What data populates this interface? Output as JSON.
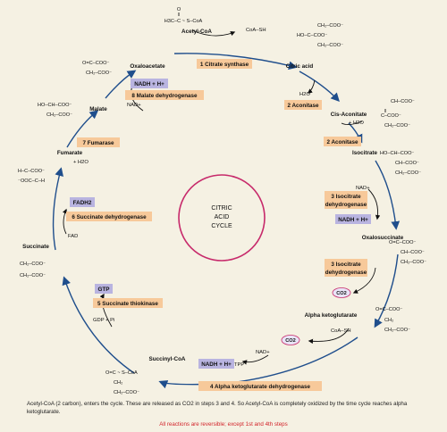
{
  "colors": {
    "background": "#f5f1e3",
    "enzyme_box": "#f7c99a",
    "cofactor_box": "#b9b4e0",
    "cycle_arrow": "#1f4e8c",
    "center_ring": "#c72a6b",
    "note": "#d2232a"
  },
  "center": {
    "line1": "CITRIC",
    "line2": "ACID",
    "line3": "CYCLE"
  },
  "compounds": {
    "acetyl_coa": "Acetyl-CoA",
    "acetyl_coa_formula": "H3C–C ~ S–CoA",
    "coa_sh_top": "CoA–SH",
    "citric_acid": "Citric acid",
    "cis_aconitate": "Cis-Aconitate",
    "isocitrate": "Isocitrate",
    "oxalosuccinate": "Oxalosuccinate",
    "alpha_ketoglutarate": "Alpha ketoglutarate",
    "succinyl_coa": "Succinyl-CoA",
    "succinate": "Succinate",
    "fumarate": "Fumarate",
    "malate": "Malate",
    "oxaloacetate": "Oxaloacetate"
  },
  "side": {
    "h2o_out": "H2O",
    "h2o_in": "+ H2O",
    "nad_isocitrate": "NAD+",
    "coa_sh_akg": "CoA–SH",
    "nad_akg": "NAD+",
    "tpp": "TPP",
    "gdp_pi": "GDP + Pi",
    "fad": "FAD",
    "h2o_fumarase": "+ H2O",
    "nad_malate": "NAD+"
  },
  "enzymes": {
    "e1": "1 Citrate synthase",
    "e2a": "2 Aconitase",
    "e2b": "2 Aconitase",
    "e3a_line1": "3 Isocitrate",
    "e3a_line2": "dehydrogenase",
    "e3b_line1": "3 Isocitrate",
    "e3b_line2": "dehydrogenase",
    "e4": "4 Alpha ketoglutarate dehydrogenase",
    "e5": "5 Succinate thiokinase",
    "e6": "6 Succinate dehydrogenase",
    "e7": "7 Fumarase",
    "e8": "8 Malate dehydrogenase"
  },
  "cofactors": {
    "nadh_isocitrate": "NADH + H+",
    "co2_oxalo": "CO2",
    "co2_akg": "CO2",
    "nadh_akg": "NADH + H+",
    "gtp": "GTP",
    "fadh2": "FADH2",
    "nadh_malate": "NADH + H+"
  },
  "caption": "Acetyl-CoA (2 carbon), enters the cycle. These are released as CO2 in steps 3 and 4. So Acetyl-CoA is completely oxidized by the time cycle reaches alpha ketoglutarate.",
  "note": "All reactions are reversible; except 1st and 4th steps"
}
